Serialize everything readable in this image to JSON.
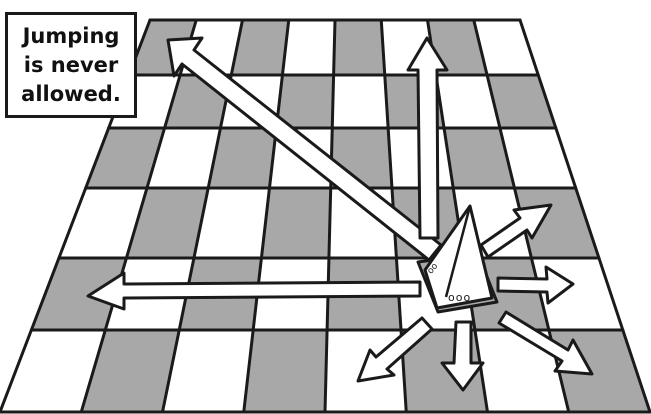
{
  "caption": {
    "lines": [
      "Jumping",
      "is never",
      "allowed."
    ]
  },
  "board": {
    "files": 8,
    "ranks": 6,
    "dark_square_color": "#a8a8a8",
    "light_square_color": "#ffffff",
    "outline_color": "#1a1a1a"
  },
  "piece": {
    "icon": "triangle-piece-icon",
    "mark_top": "oo",
    "mark_bottom": "ooo",
    "movement_directions": [
      "up-left",
      "up",
      "up-right",
      "right",
      "down-right",
      "down",
      "down-left",
      "left"
    ]
  }
}
